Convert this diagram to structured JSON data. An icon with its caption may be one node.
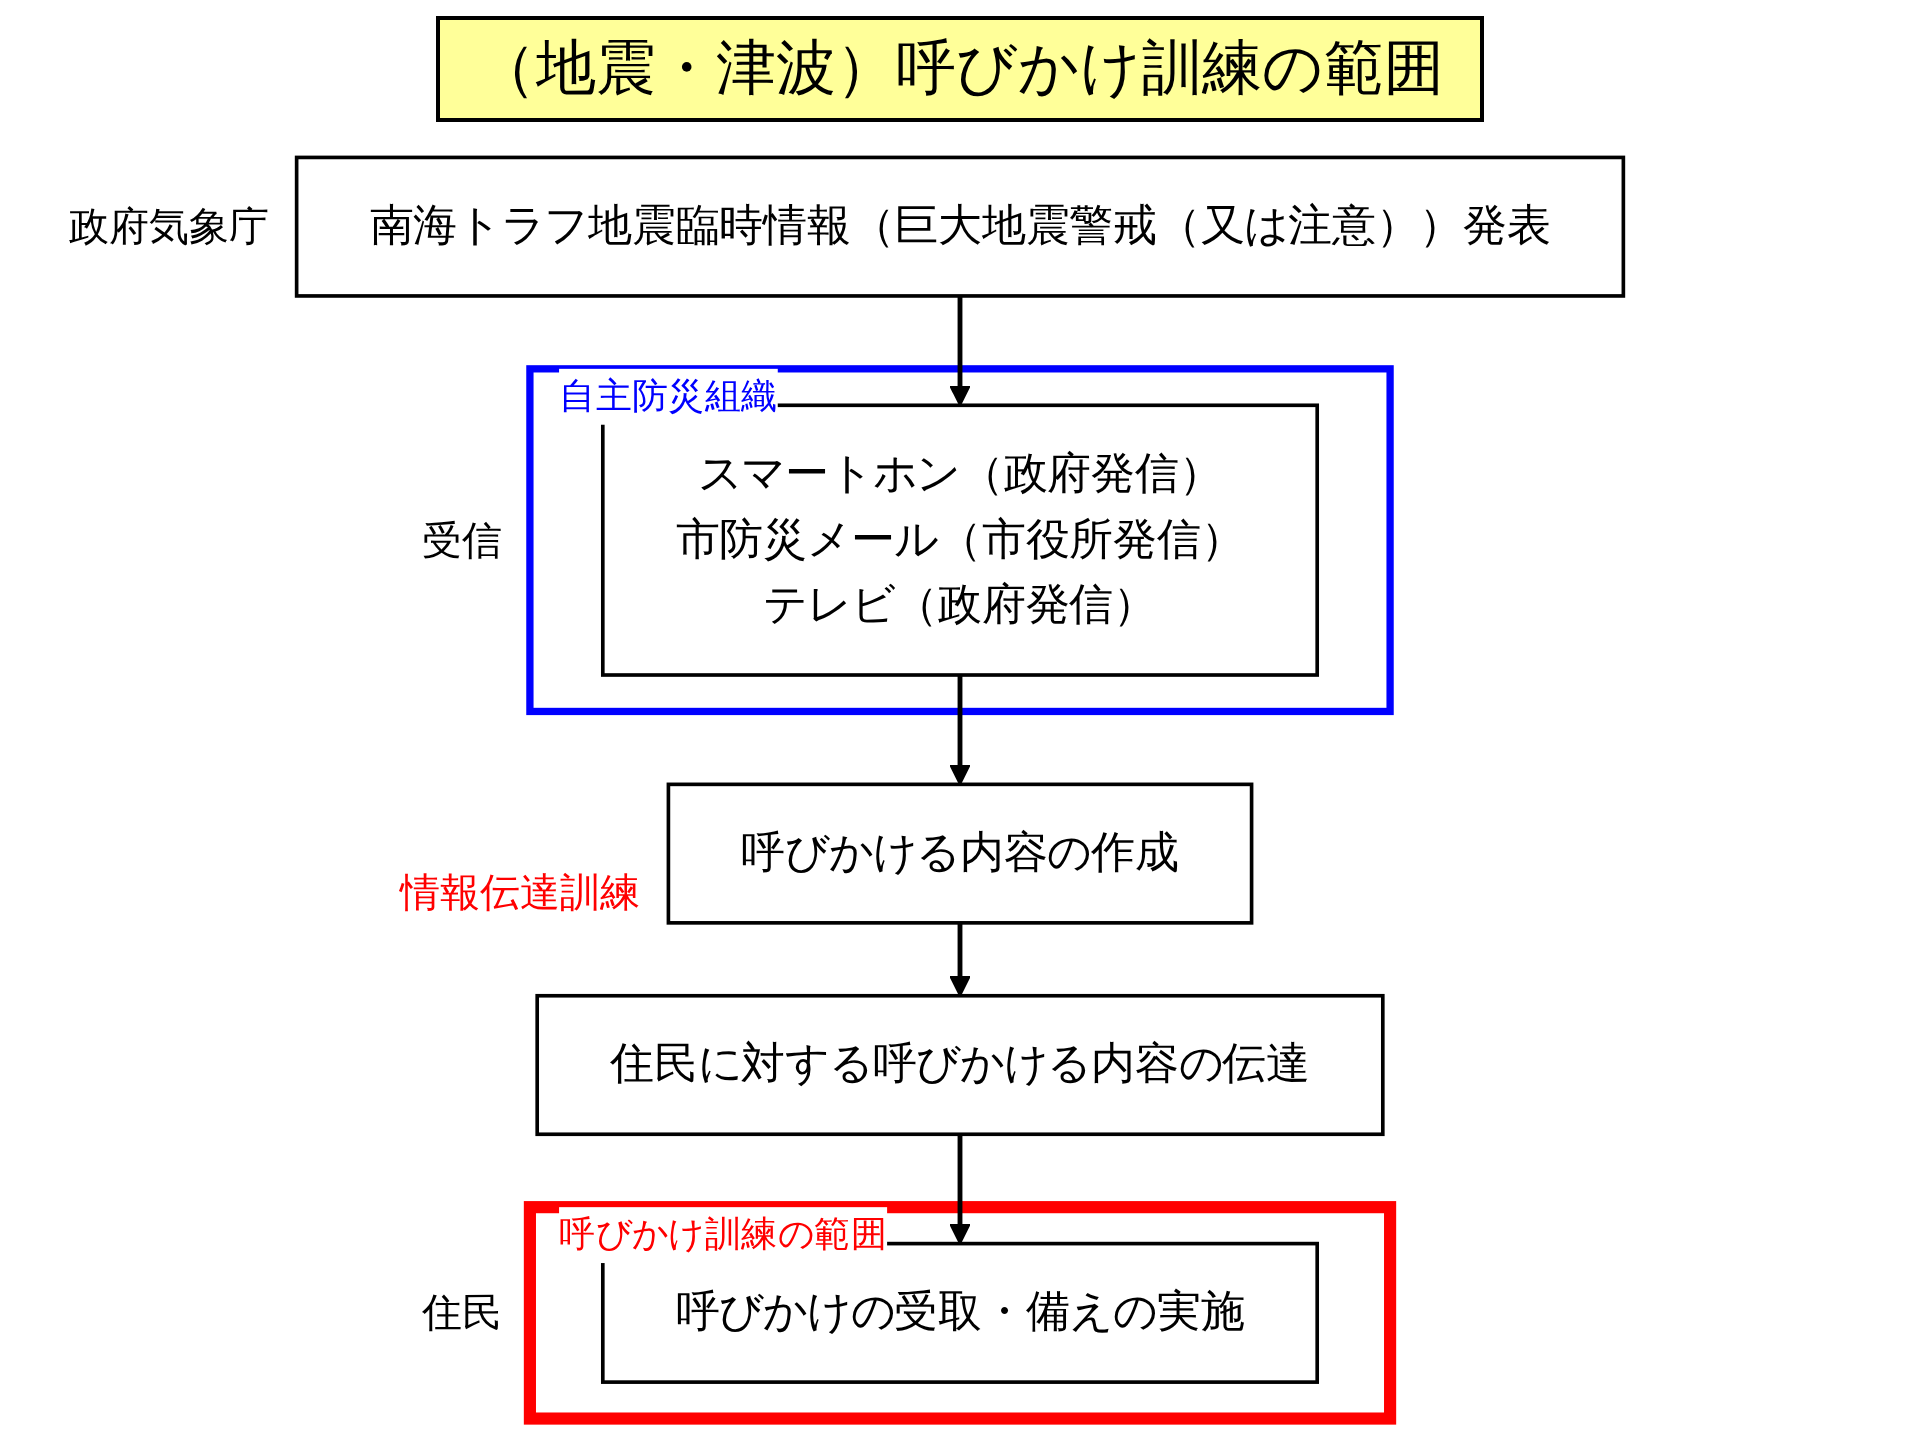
{
  "diagram": {
    "title": "（地震・津波）呼びかけ訓練の範囲",
    "nodes": [
      {
        "text": [
          "南海トラフ地震臨時情報（巨大地震警戒（又は注意））発表"
        ],
        "beside": [
          "政府気象庁"
        ]
      },
      {
        "text": [
          "自主防災組織"
        ]
      },
      {
        "text": [
          "スマートホン（政府発信）",
          "市防災メール（市役所発信）",
          "テレビ（政府発信）"
        ],
        "in": 1,
        "beside": [
          "受信"
        ]
      },
      {
        "text": [
          "呼びかけ訓練の範囲"
        ]
      },
      {
        "text": [
          "呼びかける内容の作成"
        ]
      },
      {
        "text": [
          "住民に対する呼びかける内容の伝達"
        ]
      },
      {
        "text": [
          "呼びかけの受取・備えの実施"
        ],
        "in": 3,
        "beside": [
          "住民"
        ]
      }
    ],
    "edges": [
      {
        "from": 0,
        "to": 2,
        "arrow": "to"
      },
      {
        "from": 2,
        "to": 4,
        "arrow": "to"
      },
      {
        "from": 4,
        "to": 5,
        "arrow": "to"
      },
      {
        "from": 5,
        "to": 6,
        "arrow": "to"
      }
    ],
    "labels": [
      "情報伝達訓練"
    ]
  }
}
